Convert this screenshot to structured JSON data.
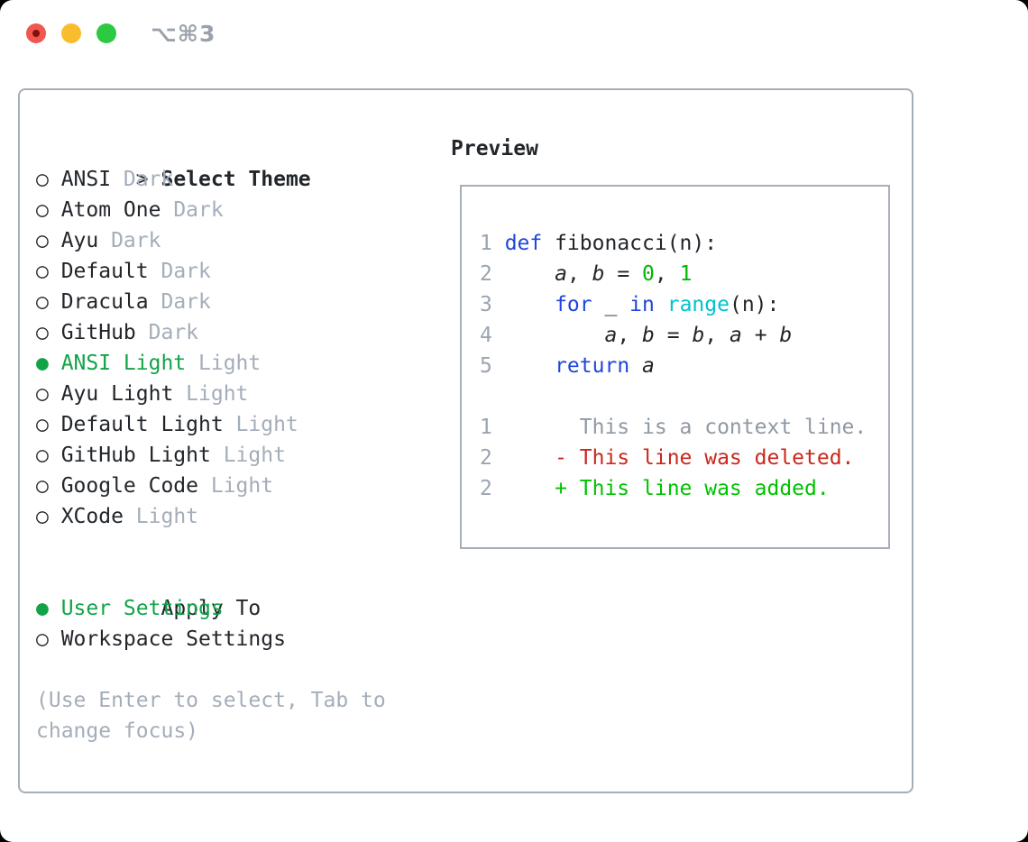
{
  "window": {
    "shortcut_label": "⌥⌘3",
    "traffic_lights": [
      "close",
      "minimize",
      "zoom"
    ]
  },
  "markers": {
    "selected": "●",
    "unselected": "○"
  },
  "theme_selector": {
    "header_marker": ">",
    "header_label": "Select Theme",
    "items": [
      {
        "name": "ANSI",
        "variant": "Dark",
        "selected": false
      },
      {
        "name": "Atom One",
        "variant": "Dark",
        "selected": false
      },
      {
        "name": "Ayu",
        "variant": "Dark",
        "selected": false
      },
      {
        "name": "Default",
        "variant": "Dark",
        "selected": false
      },
      {
        "name": "Dracula",
        "variant": "Dark",
        "selected": false
      },
      {
        "name": "GitHub",
        "variant": "Dark",
        "selected": false
      },
      {
        "name": "ANSI Light",
        "variant": "Light",
        "selected": true
      },
      {
        "name": "Ayu Light",
        "variant": "Light",
        "selected": false
      },
      {
        "name": "Default Light",
        "variant": "Light",
        "selected": false
      },
      {
        "name": "GitHub Light",
        "variant": "Light",
        "selected": false
      },
      {
        "name": "Google Code",
        "variant": "Light",
        "selected": false
      },
      {
        "name": "XCode",
        "variant": "Light",
        "selected": false
      }
    ]
  },
  "apply_to": {
    "header_label": "Apply To",
    "options": [
      {
        "name": "User Settings",
        "selected": true
      },
      {
        "name": "Workspace Settings",
        "selected": false
      }
    ]
  },
  "help_text": {
    "line1": "(Use Enter to select, Tab to",
    "line2": "change focus)"
  },
  "preview": {
    "header_label": "Preview",
    "code_lines": [
      {
        "num": "1",
        "tokens": [
          {
            "text": "def",
            "style": "keyword"
          },
          {
            "text": " fibonacci(n):",
            "style": "plain"
          }
        ]
      },
      {
        "num": "2",
        "tokens": [
          {
            "text": "    ",
            "style": "plain"
          },
          {
            "text": "a",
            "style": "variable"
          },
          {
            "text": ", ",
            "style": "plain"
          },
          {
            "text": "b",
            "style": "variable"
          },
          {
            "text": " = ",
            "style": "plain"
          },
          {
            "text": "0",
            "style": "number"
          },
          {
            "text": ", ",
            "style": "plain"
          },
          {
            "text": "1",
            "style": "number"
          }
        ]
      },
      {
        "num": "3",
        "tokens": [
          {
            "text": "    ",
            "style": "plain"
          },
          {
            "text": "for",
            "style": "keyword"
          },
          {
            "text": " _ ",
            "style": "plain"
          },
          {
            "text": "in",
            "style": "keyword"
          },
          {
            "text": " ",
            "style": "plain"
          },
          {
            "text": "range",
            "style": "builtin"
          },
          {
            "text": "(n):",
            "style": "plain"
          }
        ]
      },
      {
        "num": "4",
        "tokens": [
          {
            "text": "        ",
            "style": "plain"
          },
          {
            "text": "a",
            "style": "variable"
          },
          {
            "text": ", ",
            "style": "plain"
          },
          {
            "text": "b",
            "style": "variable"
          },
          {
            "text": " = ",
            "style": "plain"
          },
          {
            "text": "b",
            "style": "variable"
          },
          {
            "text": ", ",
            "style": "plain"
          },
          {
            "text": "a",
            "style": "variable"
          },
          {
            "text": " + ",
            "style": "plain"
          },
          {
            "text": "b",
            "style": "variable"
          }
        ]
      },
      {
        "num": "5",
        "tokens": [
          {
            "text": "    ",
            "style": "plain"
          },
          {
            "text": "return",
            "style": "keyword"
          },
          {
            "text": " ",
            "style": "plain"
          },
          {
            "text": "a",
            "style": "variable"
          }
        ]
      },
      {
        "num": "",
        "tokens": []
      },
      {
        "num": "1",
        "tokens": [
          {
            "text": "      This is a context line.",
            "style": "context"
          }
        ]
      },
      {
        "num": "2",
        "tokens": [
          {
            "text": "    - This line was deleted.",
            "style": "deleted"
          }
        ]
      },
      {
        "num": "2",
        "tokens": [
          {
            "text": "    + This line was added.",
            "style": "added"
          }
        ]
      }
    ]
  },
  "colors": {
    "window_bg": "#ffffff",
    "page_bg": "#000000",
    "text": "#22262b",
    "muted": "#a4adba",
    "accent_green": "#12a348",
    "gutter_gray": "#9aa4b0",
    "context_gray": "#8f99a4",
    "keyword_blue": "#1f45dd",
    "builtin_cyan": "#00c2cd",
    "number_green": "#00b800",
    "diff_added_green": "#00c200",
    "diff_deleted_red": "#c9271c",
    "panel_border": "#a6aeb8",
    "shortcut_gray": "#9aa1aa",
    "traffic_red": "#f2564f",
    "traffic_red_dot": "#7d130d",
    "traffic_yellow": "#f8bd2d",
    "traffic_green": "#2ec943"
  }
}
